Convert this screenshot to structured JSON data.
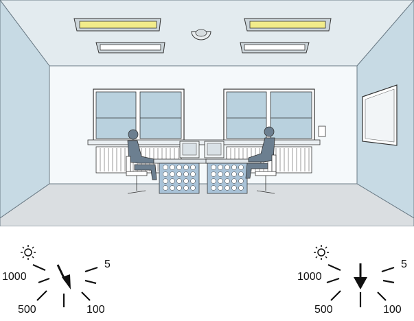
{
  "dials": [
    {
      "id": "left",
      "labels": {
        "top_left": "1000",
        "top_right": "5",
        "bottom_left": "500",
        "bottom_right": "100"
      },
      "pointer": "1000-100"
    },
    {
      "id": "right",
      "labels": {
        "top_left": "1000",
        "top_right": "5",
        "bottom_left": "500",
        "bottom_right": "100"
      },
      "pointer": "down"
    }
  ],
  "colors": {
    "wall_side": "#c9dbe4",
    "back_wall": "#f4f8fa",
    "ceiling": "#e2eaee",
    "floor": "#d8dcdf",
    "lamp_on": "#f2ec8a",
    "window_glass": "#b9d1de",
    "desk": "#a9c3d8",
    "person": "#6c7f90"
  },
  "icons": [
    "sun-icon",
    "arrow-icon"
  ]
}
